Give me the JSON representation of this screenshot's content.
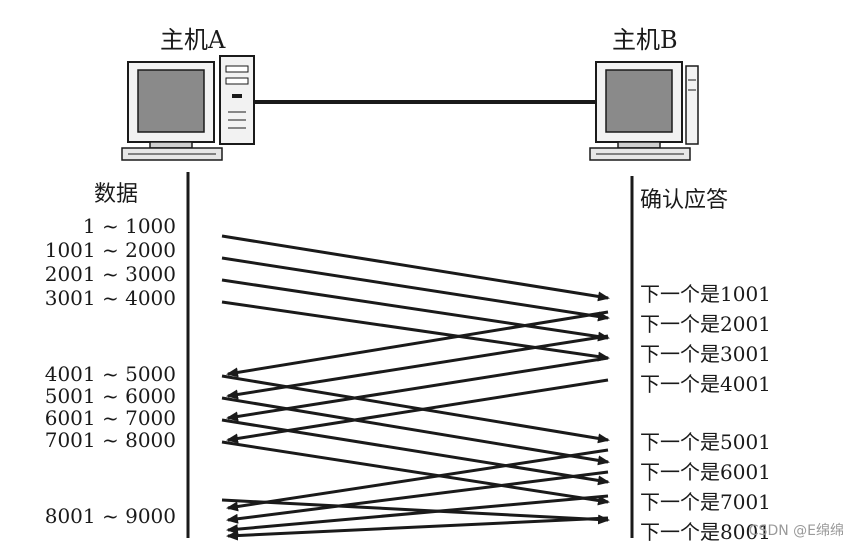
{
  "hosts": {
    "a_label": "主机A",
    "b_label": "主机B"
  },
  "columns": {
    "data_label": "数据",
    "ack_label": "确认应答"
  },
  "data_segments": [
    "1 ~ 1000",
    "1001 ~ 2000",
    "2001 ~ 3000",
    "3001 ~ 4000",
    "4001 ~ 5000",
    "5001 ~ 6000",
    "6001 ~ 7000",
    "7001 ~ 8000",
    "8001 ~ 9000"
  ],
  "acks": [
    "下一个是1001",
    "下一个是2001",
    "下一个是3001",
    "下一个是4001",
    "下一个是5001",
    "下一个是6001",
    "下一个是7001",
    "下一个是8001"
  ],
  "watermark": "CSDN @E绵绵",
  "colors": {
    "line": "#1a1a1a",
    "screen": "#8a8a8a",
    "case": "#f2f2f2"
  }
}
